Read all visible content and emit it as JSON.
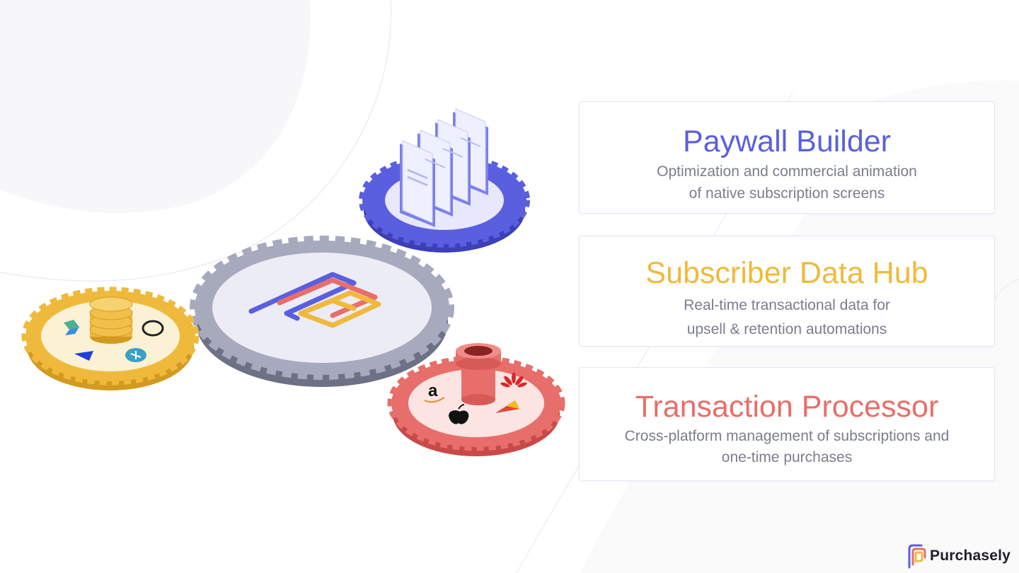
{
  "cards": [
    {
      "title": "Paywall Builder",
      "line1": "Optimization and commercial animation",
      "line2": "of native subscription screens",
      "color": "#5a5fe0"
    },
    {
      "title": "Subscriber Data Hub",
      "line1": "Real-time transactional data for",
      "line2": "upsell & retention automations",
      "color": "#efba3c"
    },
    {
      "title": "Transaction Processor",
      "line1": "Cross-platform management of subscriptions and",
      "line2": "one-time purchases",
      "color": "#e86e6b"
    }
  ],
  "brand": {
    "name": "Purchasely"
  },
  "gears": [
    {
      "name": "paywall-gear",
      "color": "#5a5fe0"
    },
    {
      "name": "core-gear",
      "color": "#a7a9bd"
    },
    {
      "name": "data-hub-gear",
      "color": "#efba3c"
    },
    {
      "name": "transaction-gear",
      "color": "#e86e6b"
    }
  ]
}
